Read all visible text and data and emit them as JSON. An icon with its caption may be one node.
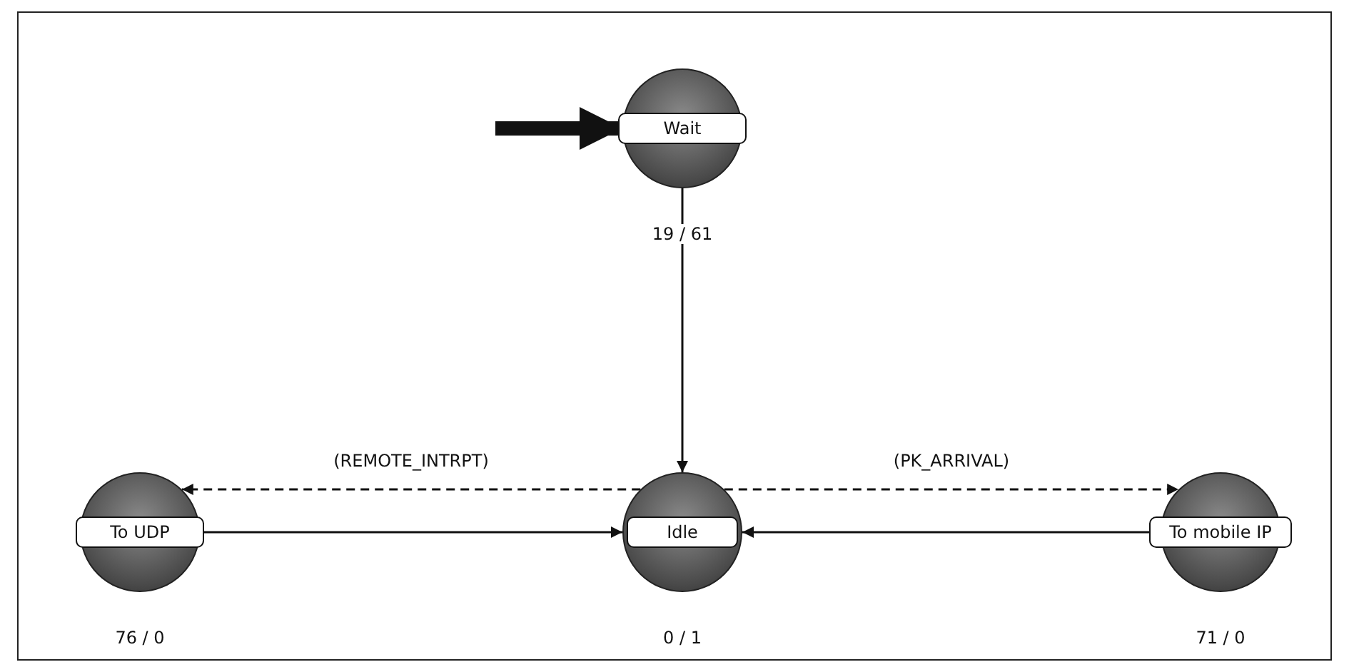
{
  "diagram": {
    "nodes": [
      {
        "text": [
          "Wait"
        ],
        "beside": [
          "19 / 61"
        ]
      },
      {
        "text": [
          "To UDP"
        ],
        "beside": [
          "76 / 0"
        ]
      },
      {
        "text": [
          "Idle"
        ],
        "beside": [
          "0 / 1"
        ]
      },
      {
        "text": [
          "To mobile IP"
        ],
        "beside": [
          "71 / 0"
        ]
      }
    ],
    "edges": [
      {
        "from": null,
        "to": 0,
        "arrow": "to",
        "style": "thick"
      },
      {
        "from": 0,
        "to": 2,
        "arrow": "to"
      },
      {
        "from": 2,
        "to": 1,
        "arrow": "to",
        "style": "dashed",
        "label": "(REMOTE_INTRPT)"
      },
      {
        "from": 2,
        "to": 3,
        "arrow": "to",
        "style": "dashed",
        "label": "(PK_ARRIVAL)"
      },
      {
        "from": 1,
        "to": 2,
        "arrow": "to"
      },
      {
        "from": 3,
        "to": 2,
        "arrow": "to"
      }
    ]
  }
}
